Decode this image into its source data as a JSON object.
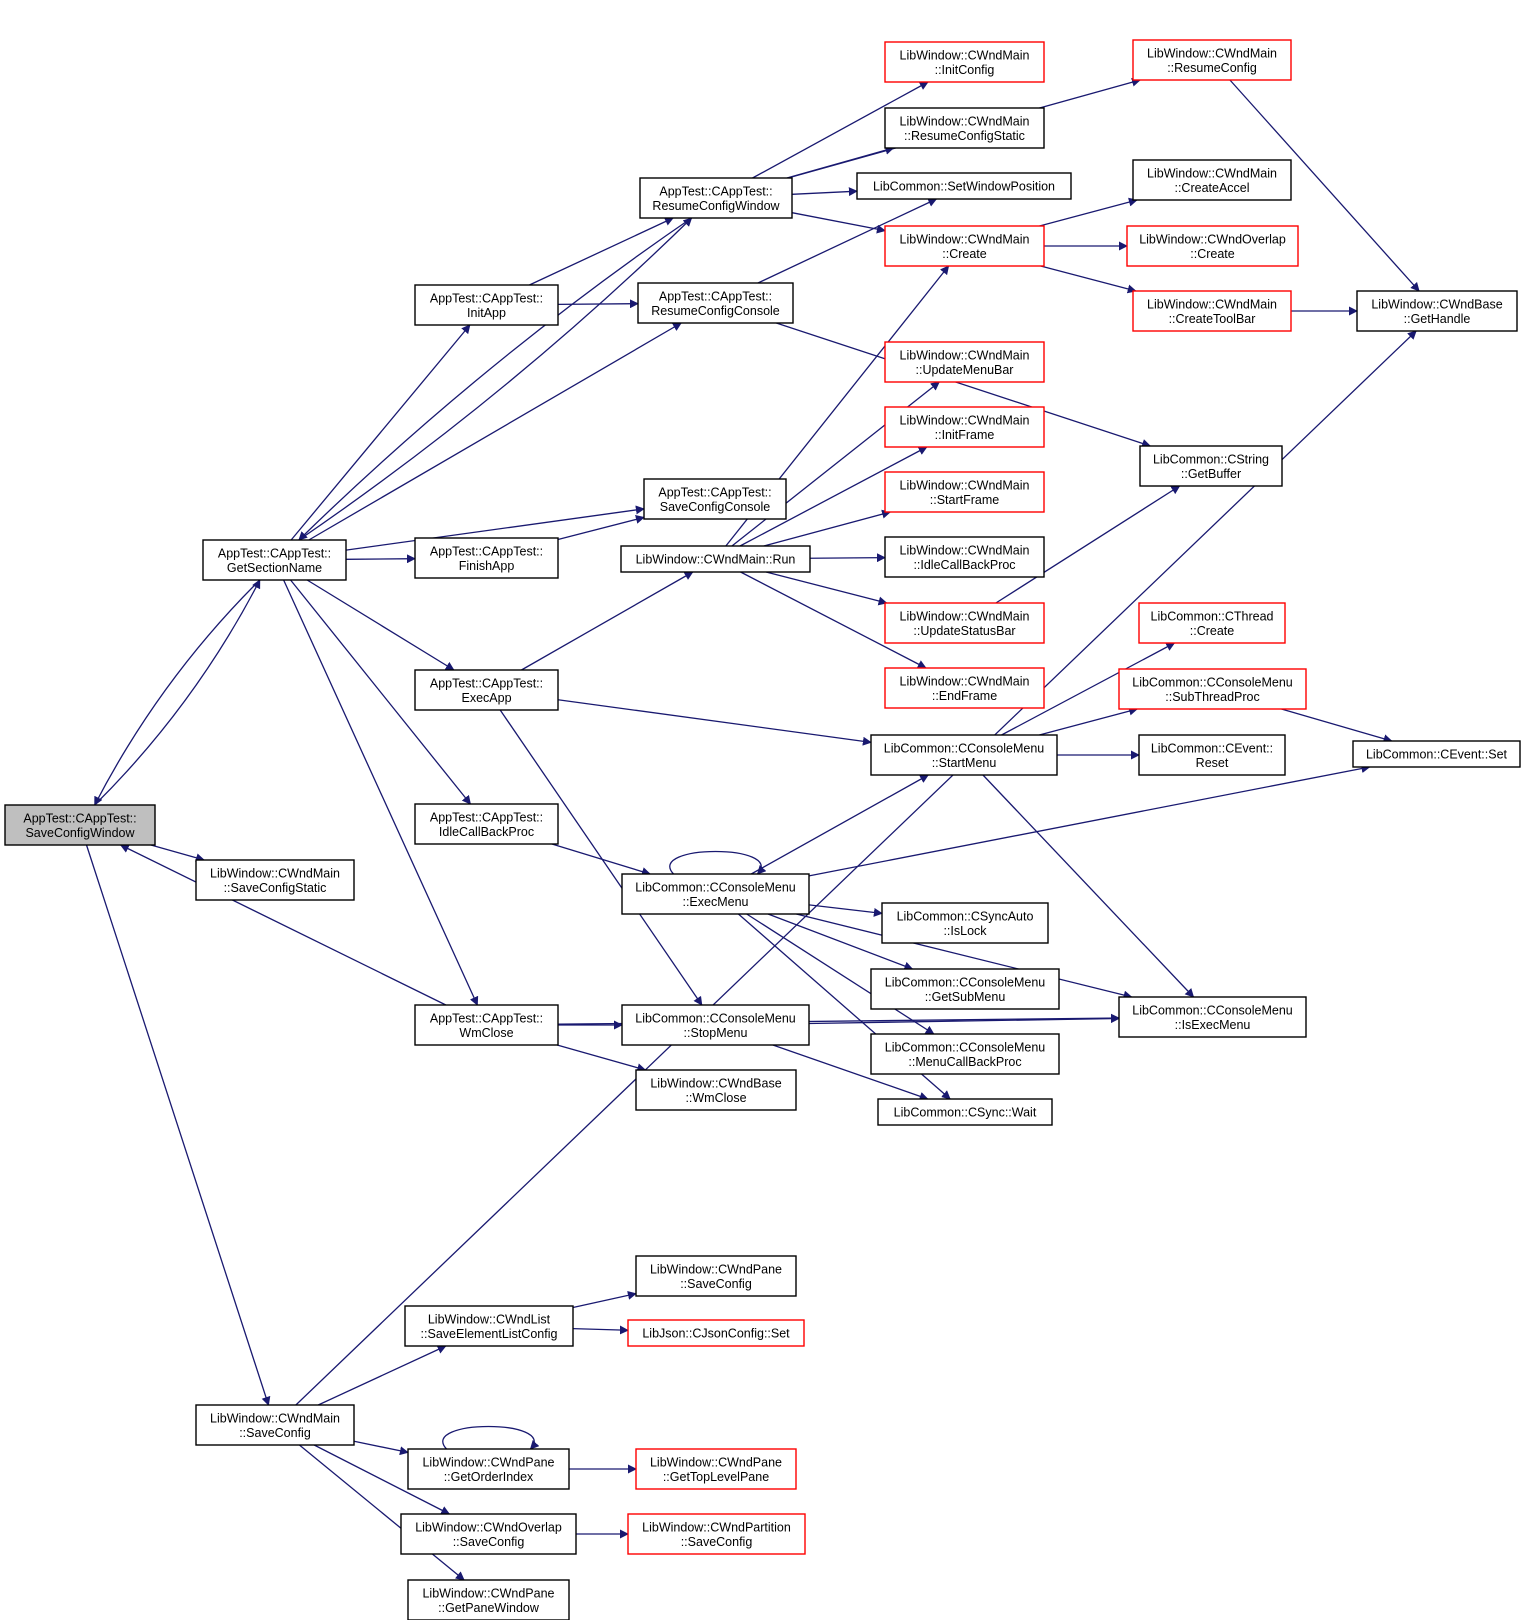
{
  "colors": {
    "edge": "#191970",
    "node_border": "#000000",
    "highlight_border": "#ff0000",
    "root_fill": "#bfbfbf"
  },
  "nodes": [
    {
      "id": "root",
      "lines": [
        "AppTest::CAppTest::",
        "SaveConfigWindow"
      ],
      "style": "root"
    },
    {
      "id": "getSectionName",
      "lines": [
        "AppTest::CAppTest::",
        "GetSectionName"
      ],
      "style": "normal"
    },
    {
      "id": "saveConfigStatic",
      "lines": [
        "LibWindow::CWndMain",
        "::SaveConfigStatic"
      ],
      "style": "normal"
    },
    {
      "id": "wndMainSaveConfig",
      "lines": [
        "LibWindow::CWndMain",
        "::SaveConfig"
      ],
      "style": "normal"
    },
    {
      "id": "resumeConfigWindow",
      "lines": [
        "AppTest::CAppTest::",
        "ResumeConfigWindow"
      ],
      "style": "normal"
    },
    {
      "id": "initApp",
      "lines": [
        "AppTest::CAppTest::",
        "InitApp"
      ],
      "style": "normal"
    },
    {
      "id": "resumeConfigConsole",
      "lines": [
        "AppTest::CAppTest::",
        "ResumeConfigConsole"
      ],
      "style": "normal"
    },
    {
      "id": "saveConfigConsole",
      "lines": [
        "AppTest::CAppTest::",
        "SaveConfigConsole"
      ],
      "style": "normal"
    },
    {
      "id": "finishApp",
      "lines": [
        "AppTest::CAppTest::",
        "FinishApp"
      ],
      "style": "normal"
    },
    {
      "id": "execApp",
      "lines": [
        "AppTest::CAppTest::",
        "ExecApp"
      ],
      "style": "normal"
    },
    {
      "id": "idleCallBackProc",
      "lines": [
        "AppTest::CAppTest::",
        "IdleCallBackProc"
      ],
      "style": "normal"
    },
    {
      "id": "wmClose",
      "lines": [
        "AppTest::CAppTest::",
        "WmClose"
      ],
      "style": "normal"
    },
    {
      "id": "initConfig",
      "lines": [
        "LibWindow::CWndMain",
        "::InitConfig"
      ],
      "style": "red"
    },
    {
      "id": "resumeConfigStatic",
      "lines": [
        "LibWindow::CWndMain",
        "::ResumeConfigStatic"
      ],
      "style": "normal"
    },
    {
      "id": "setWindowPosition",
      "lines": [
        "LibCommon::SetWindowPosition"
      ],
      "style": "normal"
    },
    {
      "id": "wndMainCreate",
      "lines": [
        "LibWindow::CWndMain",
        "::Create"
      ],
      "style": "red"
    },
    {
      "id": "resumeConfig",
      "lines": [
        "LibWindow::CWndMain",
        "::ResumeConfig"
      ],
      "style": "red"
    },
    {
      "id": "createAccel",
      "lines": [
        "LibWindow::CWndMain",
        "::CreateAccel"
      ],
      "style": "normal"
    },
    {
      "id": "overlapCreate",
      "lines": [
        "LibWindow::CWndOverlap",
        "::Create"
      ],
      "style": "red"
    },
    {
      "id": "createToolBar",
      "lines": [
        "LibWindow::CWndMain",
        "::CreateToolBar"
      ],
      "style": "red"
    },
    {
      "id": "getHandle",
      "lines": [
        "LibWindow::CWndBase",
        "::GetHandle"
      ],
      "style": "normal"
    },
    {
      "id": "updateMenuBar",
      "lines": [
        "LibWindow::CWndMain",
        "::UpdateMenuBar"
      ],
      "style": "red"
    },
    {
      "id": "initFrame",
      "lines": [
        "LibWindow::CWndMain",
        "::InitFrame"
      ],
      "style": "red"
    },
    {
      "id": "startFrame",
      "lines": [
        "LibWindow::CWndMain",
        "::StartFrame"
      ],
      "style": "red"
    },
    {
      "id": "wndMainIdle",
      "lines": [
        "LibWindow::CWndMain",
        "::IdleCallBackProc"
      ],
      "style": "normal"
    },
    {
      "id": "updateStatusBar",
      "lines": [
        "LibWindow::CWndMain",
        "::UpdateStatusBar"
      ],
      "style": "red"
    },
    {
      "id": "endFrame",
      "lines": [
        "LibWindow::CWndMain",
        "::EndFrame"
      ],
      "style": "red"
    },
    {
      "id": "run",
      "lines": [
        "LibWindow::CWndMain::Run"
      ],
      "style": "normal"
    },
    {
      "id": "getBuffer",
      "lines": [
        "LibCommon::CString",
        "::GetBuffer"
      ],
      "style": "normal"
    },
    {
      "id": "threadCreate",
      "lines": [
        "LibCommon::CThread",
        "::Create"
      ],
      "style": "red"
    },
    {
      "id": "subThreadProc",
      "lines": [
        "LibCommon::CConsoleMenu",
        "::SubThreadProc"
      ],
      "style": "red"
    },
    {
      "id": "startMenu",
      "lines": [
        "LibCommon::CConsoleMenu",
        "::StartMenu"
      ],
      "style": "normal"
    },
    {
      "id": "eventReset",
      "lines": [
        "LibCommon::CEvent::",
        "Reset"
      ],
      "style": "normal"
    },
    {
      "id": "eventSet",
      "lines": [
        "LibCommon::CEvent::Set"
      ],
      "style": "normal"
    },
    {
      "id": "execMenu",
      "lines": [
        "LibCommon::CConsoleMenu",
        "::ExecMenu"
      ],
      "style": "normal"
    },
    {
      "id": "isLock",
      "lines": [
        "LibCommon::CSyncAuto",
        "::IsLock"
      ],
      "style": "normal"
    },
    {
      "id": "getSubMenu",
      "lines": [
        "LibCommon::CConsoleMenu",
        "::GetSubMenu"
      ],
      "style": "normal"
    },
    {
      "id": "menuCallBackProc",
      "lines": [
        "LibCommon::CConsoleMenu",
        "::MenuCallBackProc"
      ],
      "style": "normal"
    },
    {
      "id": "isExecMenu",
      "lines": [
        "LibCommon::CConsoleMenu",
        "::IsExecMenu"
      ],
      "style": "normal"
    },
    {
      "id": "stopMenu",
      "lines": [
        "LibCommon::CConsoleMenu",
        "::StopMenu"
      ],
      "style": "normal"
    },
    {
      "id": "wndBaseWmClose",
      "lines": [
        "LibWindow::CWndBase",
        "::WmClose"
      ],
      "style": "normal"
    },
    {
      "id": "syncWait",
      "lines": [
        "LibCommon::CSync::Wait"
      ],
      "style": "normal"
    },
    {
      "id": "paneSaveConfig",
      "lines": [
        "LibWindow::CWndPane",
        "::SaveConfig"
      ],
      "style": "normal"
    },
    {
      "id": "saveElementListConfig",
      "lines": [
        "LibWindow::CWndList",
        "::SaveElementListConfig"
      ],
      "style": "normal"
    },
    {
      "id": "jsonSet",
      "lines": [
        "LibJson::CJsonConfig::Set"
      ],
      "style": "red"
    },
    {
      "id": "getOrderIndex",
      "lines": [
        "LibWindow::CWndPane",
        "::GetOrderIndex"
      ],
      "style": "normal"
    },
    {
      "id": "getTopLevelPane",
      "lines": [
        "LibWindow::CWndPane",
        "::GetTopLevelPane"
      ],
      "style": "red"
    },
    {
      "id": "overlapSaveConfig",
      "lines": [
        "LibWindow::CWndOverlap",
        "::SaveConfig"
      ],
      "style": "normal"
    },
    {
      "id": "partitionSaveConfig",
      "lines": [
        "LibWindow::CWndPartition",
        "::SaveConfig"
      ],
      "style": "red"
    },
    {
      "id": "getPaneWindow",
      "lines": [
        "LibWindow::CWndPane",
        "::GetPaneWindow"
      ],
      "style": "normal"
    }
  ],
  "edges": [
    [
      "root",
      "getSectionName"
    ],
    [
      "root",
      "saveConfigStatic"
    ],
    [
      "root",
      "wndMainSaveConfig"
    ],
    [
      "getSectionName",
      "root"
    ],
    [
      "getSectionName",
      "resumeConfigWindow"
    ],
    [
      "getSectionName",
      "initApp"
    ],
    [
      "getSectionName",
      "resumeConfigConsole"
    ],
    [
      "getSectionName",
      "saveConfigConsole"
    ],
    [
      "getSectionName",
      "finishApp"
    ],
    [
      "getSectionName",
      "execApp"
    ],
    [
      "getSectionName",
      "idleCallBackProc"
    ],
    [
      "getSectionName",
      "wmClose"
    ],
    [
      "resumeConfigWindow",
      "getSectionName"
    ],
    [
      "resumeConfigWindow",
      "initConfig"
    ],
    [
      "resumeConfigWindow",
      "resumeConfigStatic"
    ],
    [
      "resumeConfigWindow",
      "setWindowPosition"
    ],
    [
      "resumeConfigWindow",
      "wndMainCreate"
    ],
    [
      "resumeConfigWindow",
      "resumeConfig"
    ],
    [
      "initApp",
      "resumeConfigWindow"
    ],
    [
      "initApp",
      "resumeConfigConsole"
    ],
    [
      "resumeConfigConsole",
      "setWindowPosition"
    ],
    [
      "resumeConfigConsole",
      "getBuffer"
    ],
    [
      "finishApp",
      "saveConfigConsole"
    ],
    [
      "execApp",
      "run"
    ],
    [
      "execApp",
      "startMenu"
    ],
    [
      "execApp",
      "stopMenu"
    ],
    [
      "idleCallBackProc",
      "execMenu"
    ],
    [
      "wmClose",
      "root"
    ],
    [
      "wmClose",
      "stopMenu"
    ],
    [
      "wmClose",
      "wndBaseWmClose"
    ],
    [
      "wmClose",
      "isExecMenu"
    ],
    [
      "wndMainCreate",
      "createAccel"
    ],
    [
      "wndMainCreate",
      "overlapCreate"
    ],
    [
      "wndMainCreate",
      "createToolBar"
    ],
    [
      "resumeConfig",
      "getHandle"
    ],
    [
      "createToolBar",
      "getHandle"
    ],
    [
      "run",
      "wndMainCreate"
    ],
    [
      "run",
      "updateMenuBar"
    ],
    [
      "run",
      "initFrame"
    ],
    [
      "run",
      "startFrame"
    ],
    [
      "run",
      "wndMainIdle"
    ],
    [
      "run",
      "updateStatusBar"
    ],
    [
      "run",
      "endFrame"
    ],
    [
      "updateStatusBar",
      "getBuffer"
    ],
    [
      "startMenu",
      "threadCreate"
    ],
    [
      "startMenu",
      "subThreadProc"
    ],
    [
      "startMenu",
      "eventReset"
    ],
    [
      "startMenu",
      "isExecMenu"
    ],
    [
      "subThreadProc",
      "eventSet"
    ],
    [
      "execMenu",
      "execMenu"
    ],
    [
      "execMenu",
      "startMenu"
    ],
    [
      "execMenu",
      "eventSet"
    ],
    [
      "execMenu",
      "isLock"
    ],
    [
      "execMenu",
      "getSubMenu"
    ],
    [
      "execMenu",
      "menuCallBackProc"
    ],
    [
      "execMenu",
      "syncWait"
    ],
    [
      "execMenu",
      "isExecMenu"
    ],
    [
      "stopMenu",
      "syncWait"
    ],
    [
      "stopMenu",
      "isExecMenu"
    ],
    [
      "wndMainSaveConfig",
      "saveElementListConfig"
    ],
    [
      "wndMainSaveConfig",
      "getHandle"
    ],
    [
      "wndMainSaveConfig",
      "getOrderIndex"
    ],
    [
      "wndMainSaveConfig",
      "overlapSaveConfig"
    ],
    [
      "wndMainSaveConfig",
      "getPaneWindow"
    ],
    [
      "saveElementListConfig",
      "paneSaveConfig"
    ],
    [
      "saveElementListConfig",
      "jsonSet"
    ],
    [
      "getOrderIndex",
      "getOrderIndex"
    ],
    [
      "getOrderIndex",
      "getTopLevelPane"
    ],
    [
      "overlapSaveConfig",
      "partitionSaveConfig"
    ]
  ]
}
